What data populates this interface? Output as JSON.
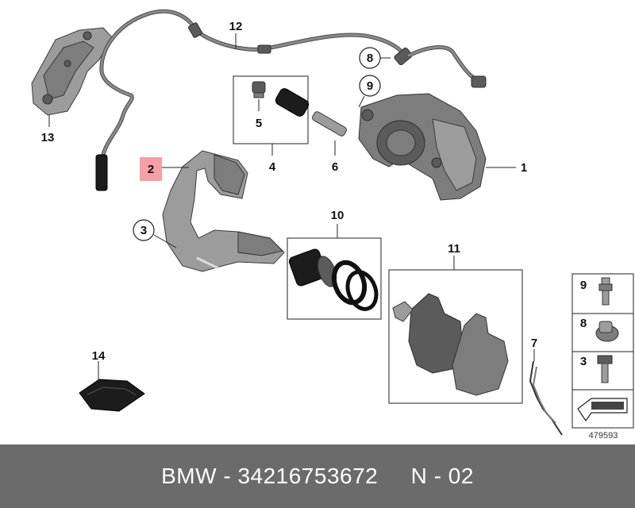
{
  "diagram": {
    "callouts": {
      "c1": "1",
      "c2": "2",
      "c3": "3",
      "c4": "4",
      "c5": "5",
      "c6": "6",
      "c7": "7",
      "c8": "8",
      "c9": "9",
      "c10": "10",
      "c11": "11",
      "c12": "12",
      "c13": "13",
      "c14": "14"
    },
    "legend": {
      "items": [
        "9",
        "8",
        "3"
      ],
      "image_number": "479593"
    },
    "highlight_color": "#f4a0a6"
  },
  "footer": {
    "brand": "BMW",
    "separator": " - ",
    "part_number": "34216753672",
    "gap": "     ",
    "variant": "N - 02"
  }
}
